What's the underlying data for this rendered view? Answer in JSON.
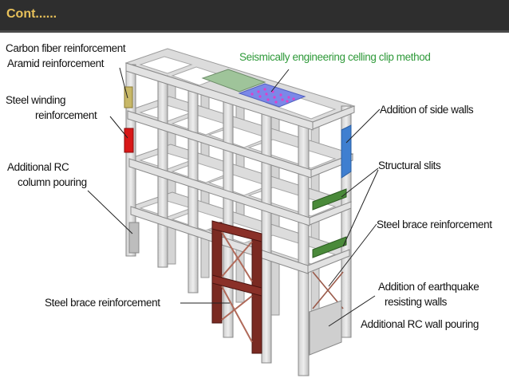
{
  "header": {
    "title": "Cont......"
  },
  "labels": {
    "carbon_fiber": "Carbon fiber reinforcement",
    "aramid": "Aramid reinforcement",
    "steel_winding_1": "Steel winding",
    "steel_winding_2": "reinforcement",
    "additional_rc_1": "Additional RC",
    "additional_rc_2": "column pouring",
    "ceiling_clip": "Seismically engineering celling clip method",
    "side_walls": "Addition of side walls",
    "structural_slits": "Structural slits",
    "steel_brace_right": "Steel brace reinforcement",
    "earthquake_walls_1": "Addition of earthquake",
    "earthquake_walls_2": "resisting walls",
    "rc_wall_pouring": "Additional RC wall pouring",
    "steel_brace_left": "Steel brace reinforcement"
  },
  "colors": {
    "header_bg": "#2e2e2e",
    "header_text": "#e8c15a",
    "frame": "#d9d9d9",
    "frame_edge": "#9a9a9a",
    "green_accent": "#2f9a3a",
    "steel_brace": "#7a2a22",
    "side_wall": "#3f7fd0",
    "slit": "#4a8a3a",
    "carbon_fiber": "#b0a050",
    "steel_winding": "#d01818"
  }
}
